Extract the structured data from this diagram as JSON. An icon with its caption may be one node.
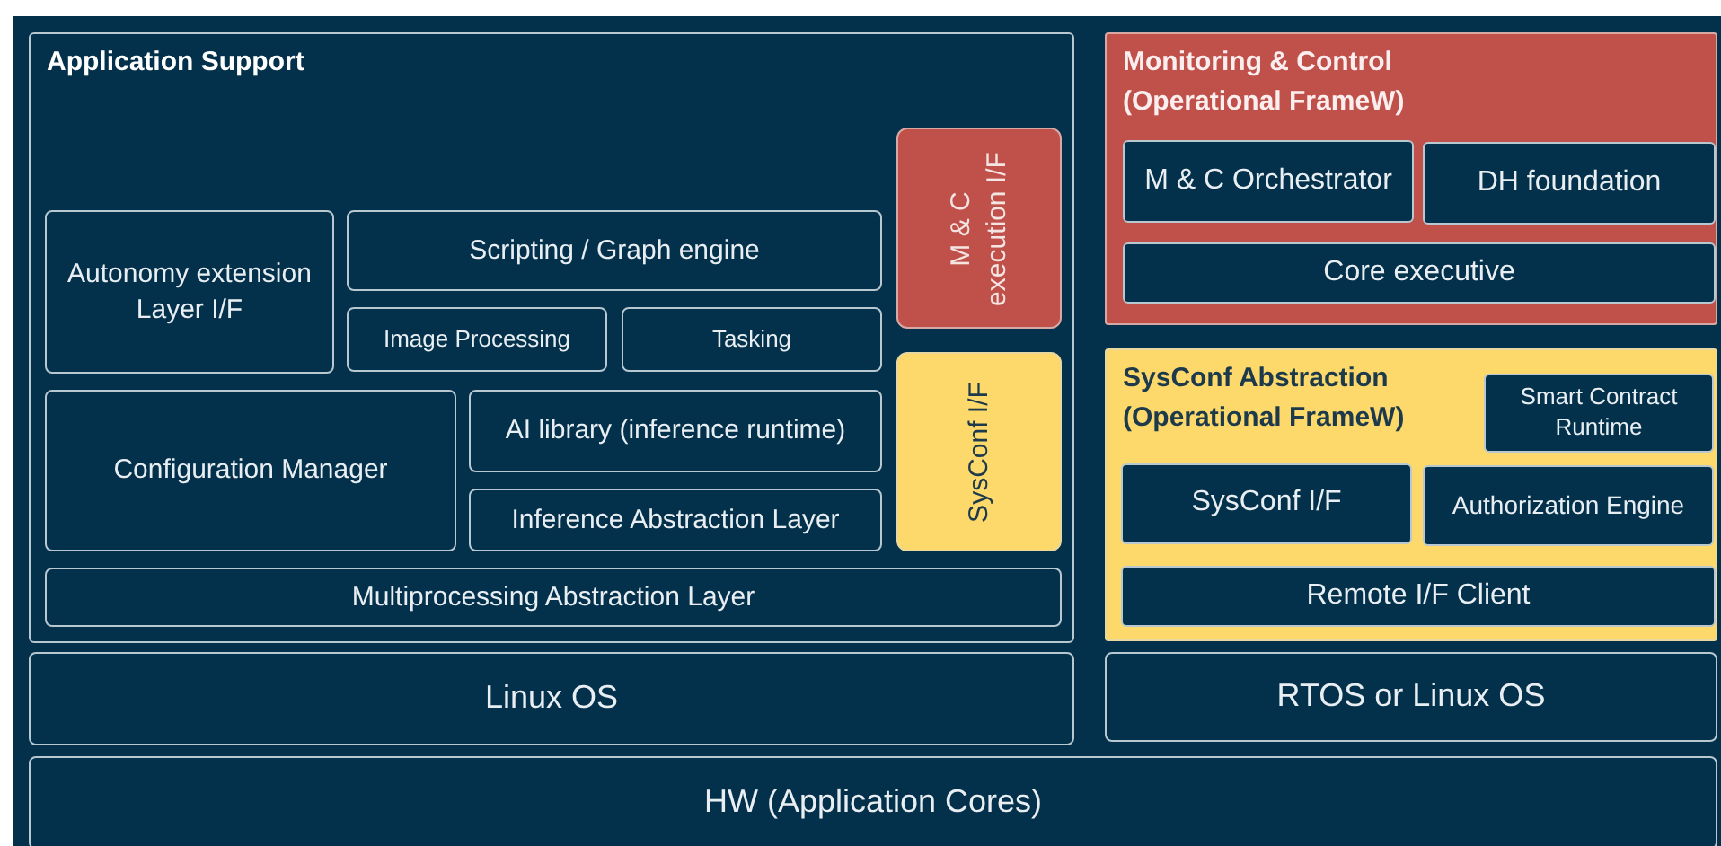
{
  "diagram": {
    "nodes": [
      {
        "text": [
          "Application Support"
        ]
      },
      {
        "text": [
          "Autonomy extension Layer I/F"
        ],
        "in": 0
      },
      {
        "text": [
          "Scripting / Graph engine"
        ],
        "in": 0
      },
      {
        "text": [
          "Image Processing"
        ],
        "in": 0
      },
      {
        "text": [
          "Tasking"
        ],
        "in": 0
      },
      {
        "text": [
          "M & C execution I/F"
        ],
        "in": 0
      },
      {
        "text": [
          "Configuration Manager"
        ],
        "in": 0
      },
      {
        "text": [
          "AI library (inference runtime)"
        ],
        "in": 0
      },
      {
        "text": [
          "Inference Abstraction Layer"
        ],
        "in": 0
      },
      {
        "text": [
          "SysConf I/F"
        ],
        "in": 0
      },
      {
        "text": [
          "Multiprocessing Abstraction Layer"
        ],
        "in": 0
      },
      {
        "text": [
          "Monitoring & Control (Operational FrameW)"
        ]
      },
      {
        "text": [
          "M & C Orchestrator"
        ],
        "in": 11
      },
      {
        "text": [
          "DH foundation"
        ],
        "in": 11
      },
      {
        "text": [
          "Core executive"
        ],
        "in": 11
      },
      {
        "text": [
          "SysConf Abstraction (Operational FrameW)"
        ]
      },
      {
        "text": [
          "Smart Contract Runtime"
        ],
        "in": 15
      },
      {
        "text": [
          "SysConf I/F"
        ],
        "in": 15
      },
      {
        "text": [
          "Authorization Engine"
        ],
        "in": 15
      },
      {
        "text": [
          "Remote I/F Client"
        ],
        "in": 15
      },
      {
        "text": [
          "Linux OS"
        ]
      },
      {
        "text": [
          "RTOS or Linux OS"
        ]
      },
      {
        "text": [
          "HW (Application Cores)"
        ]
      }
    ]
  }
}
